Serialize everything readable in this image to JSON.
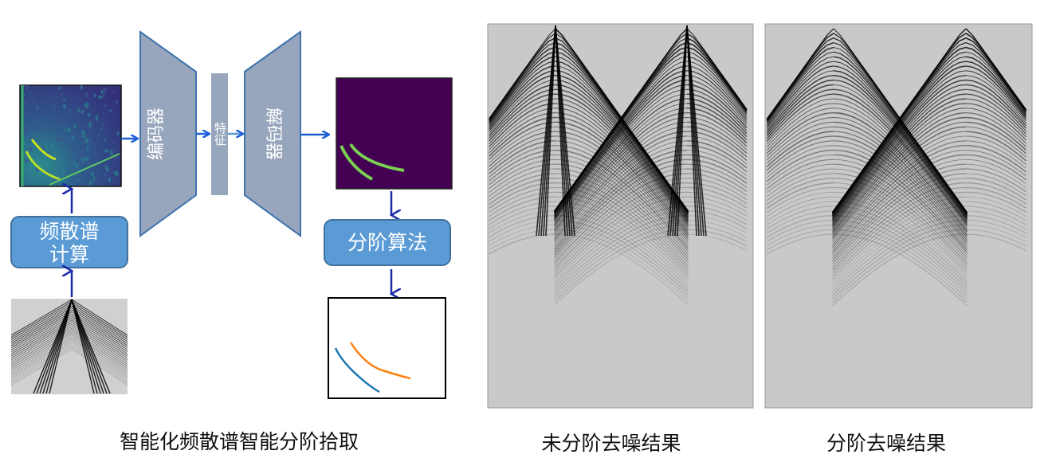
{
  "pipeline": {
    "spectrum_box": {
      "line1": "频散谱",
      "line2": "计算"
    },
    "encoder_label": "编码器",
    "feature_label": "特征",
    "decoder_label": "解码器",
    "grading_box": "分阶算法",
    "caption": "智能化频散谱智能分阶拾取"
  },
  "panels": [
    {
      "caption": "未分阶去噪结果"
    },
    {
      "caption": "分阶去噪结果"
    }
  ],
  "colors": {
    "box_fill": "#5b9bd5",
    "box_stroke": "#41719c",
    "trapezoid_fill": "#97a6bd",
    "trapezoid_stroke": "#3e73ad",
    "arrow_blue": "#1f5fd6",
    "arrow_navy": "#1a2aa8",
    "viridis_dark": "#440154",
    "curve_blue": "#1f77b4",
    "curve_orange": "#ff7f0e",
    "seismic_bg": "#c9c9c9"
  }
}
